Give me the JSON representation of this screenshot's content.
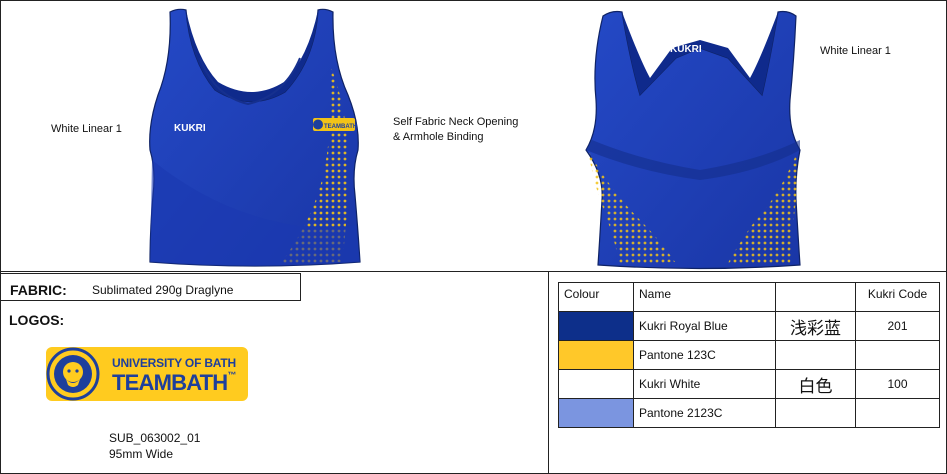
{
  "annotations": {
    "front_left_note": "White Linear 1",
    "front_right_note_line1": "Self Fabric Neck Opening",
    "front_right_note_line2": "& Armhole Binding",
    "back_note": "White Linear 1"
  },
  "garment": {
    "brand_front": "KUKRI",
    "brand_back": "KUKRI",
    "crest_text": "TEAMBATH",
    "colors": {
      "body": "#1f3fb5",
      "body_dark": "#142e8c",
      "yoke": "#2447c4",
      "accent": "#f2c318",
      "light": "#3c63d6"
    }
  },
  "fabric": {
    "label": "FABRIC:",
    "value": "Sublimated 290g Draglyne"
  },
  "logos": {
    "label": "LOGOS:",
    "card_line1": "UNIVERSITY OF BATH",
    "card_line2": "TEAMBATH",
    "card_tm": "™",
    "code": "SUB_063002_01",
    "size": "95mm Wide"
  },
  "colour_table": {
    "headers": [
      "Colour",
      "Name",
      "",
      "Kukri Code"
    ],
    "rows": [
      {
        "swatch": "#0d2f8a",
        "name": "Kukri Royal Blue",
        "cn": "浅彩蓝",
        "code": "201"
      },
      {
        "swatch": "#ffc829",
        "name": "Pantone 123C",
        "cn": "",
        "code": ""
      },
      {
        "swatch": "#ffffff",
        "name": "Kukri White",
        "cn": "白色",
        "code": "100"
      },
      {
        "swatch": "#7b95e0",
        "name": "Pantone 2123C",
        "cn": "",
        "code": ""
      }
    ]
  }
}
